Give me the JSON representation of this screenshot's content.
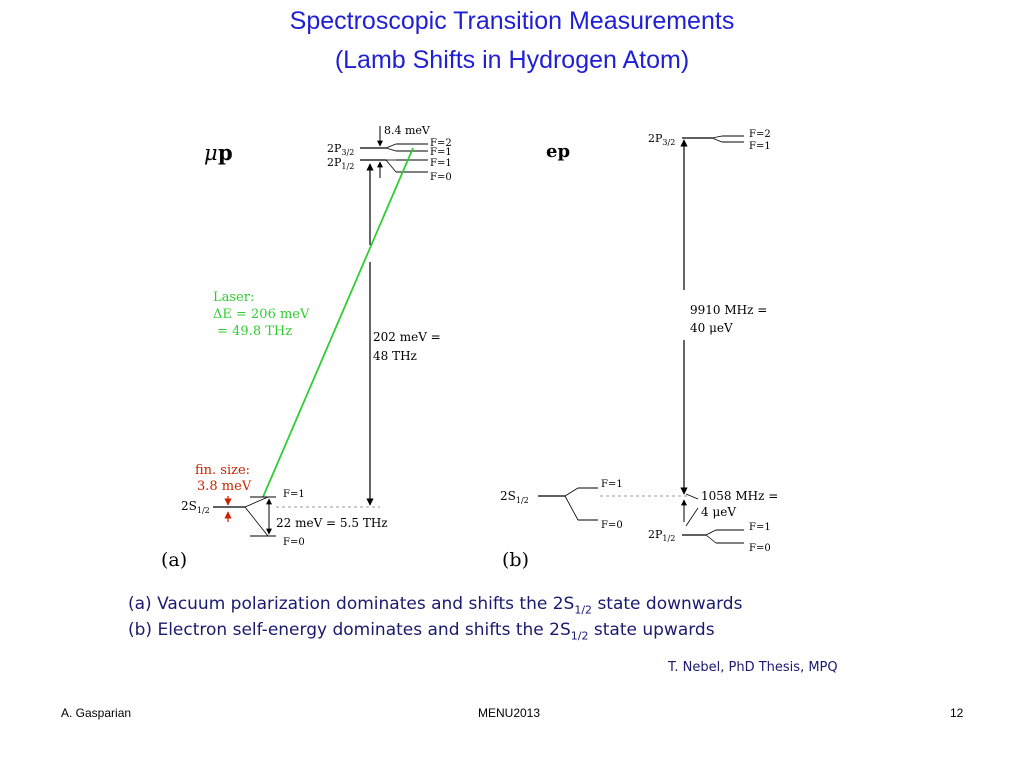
{
  "title": {
    "line1": "Spectroscopic Transition Measurements",
    "line2": "(Lamb Shifts in Hydrogen Atom)"
  },
  "panel_a": {
    "label": "(a)",
    "heading_mu": "μ",
    "heading_p": "p",
    "level_2p32": "2P",
    "level_2p32_sub": "3/2",
    "level_2p12": "2P",
    "level_2p12_sub": "1/2",
    "level_2s12": "2S",
    "level_2s12_sub": "1/2",
    "fine_split": "8.4 meV",
    "f_upper": [
      "F=2",
      "F=1",
      "F=1",
      "F=0"
    ],
    "f_lower_top": "F=1",
    "f_lower_bottom": "F=0",
    "laser": [
      "Laser:",
      "ΔE = 206 meV",
      " = 49.8 THz"
    ],
    "transition": [
      "202 meV =",
      "48 THz"
    ],
    "fin_size": [
      "fin. size:",
      "3.8 meV"
    ],
    "hfs": "22 meV = 5.5 THz"
  },
  "panel_b": {
    "label": "(b)",
    "heading": "ep",
    "level_2p32": "2P",
    "level_2p32_sub": "3/2",
    "level_2s12": "2S",
    "level_2s12_sub": "1/2",
    "level_2p12": "2P",
    "level_2p12_sub": "1/2",
    "f_top": [
      "F=2",
      "F=1"
    ],
    "f_2s": [
      "F=1",
      "F=0"
    ],
    "f_2p12": [
      "F=1",
      "F=0"
    ],
    "transition": [
      "9910 MHz =",
      "40 μeV"
    ],
    "lamb": [
      "1058 MHz =",
      "4 μeV"
    ]
  },
  "captions": {
    "a_prefix": "(a) Vacuum polarization dominates and shifts the 2S",
    "a_sub": "1/2",
    "a_suffix": " state downwards",
    "b_prefix": "(b) Electron self-energy dominates and shifts the 2S",
    "b_sub": "1/2",
    "b_suffix": " state upwards"
  },
  "credit": "T. Nebel, PhD Thesis, MPQ",
  "footer": {
    "author": "A. Gasparian",
    "event": "MENU2013",
    "page": "12"
  },
  "colors": {
    "title": "#1f1fd6",
    "laser": "#33cc33",
    "finite_size": "#cc2200",
    "caption": "#1a1a6e"
  }
}
